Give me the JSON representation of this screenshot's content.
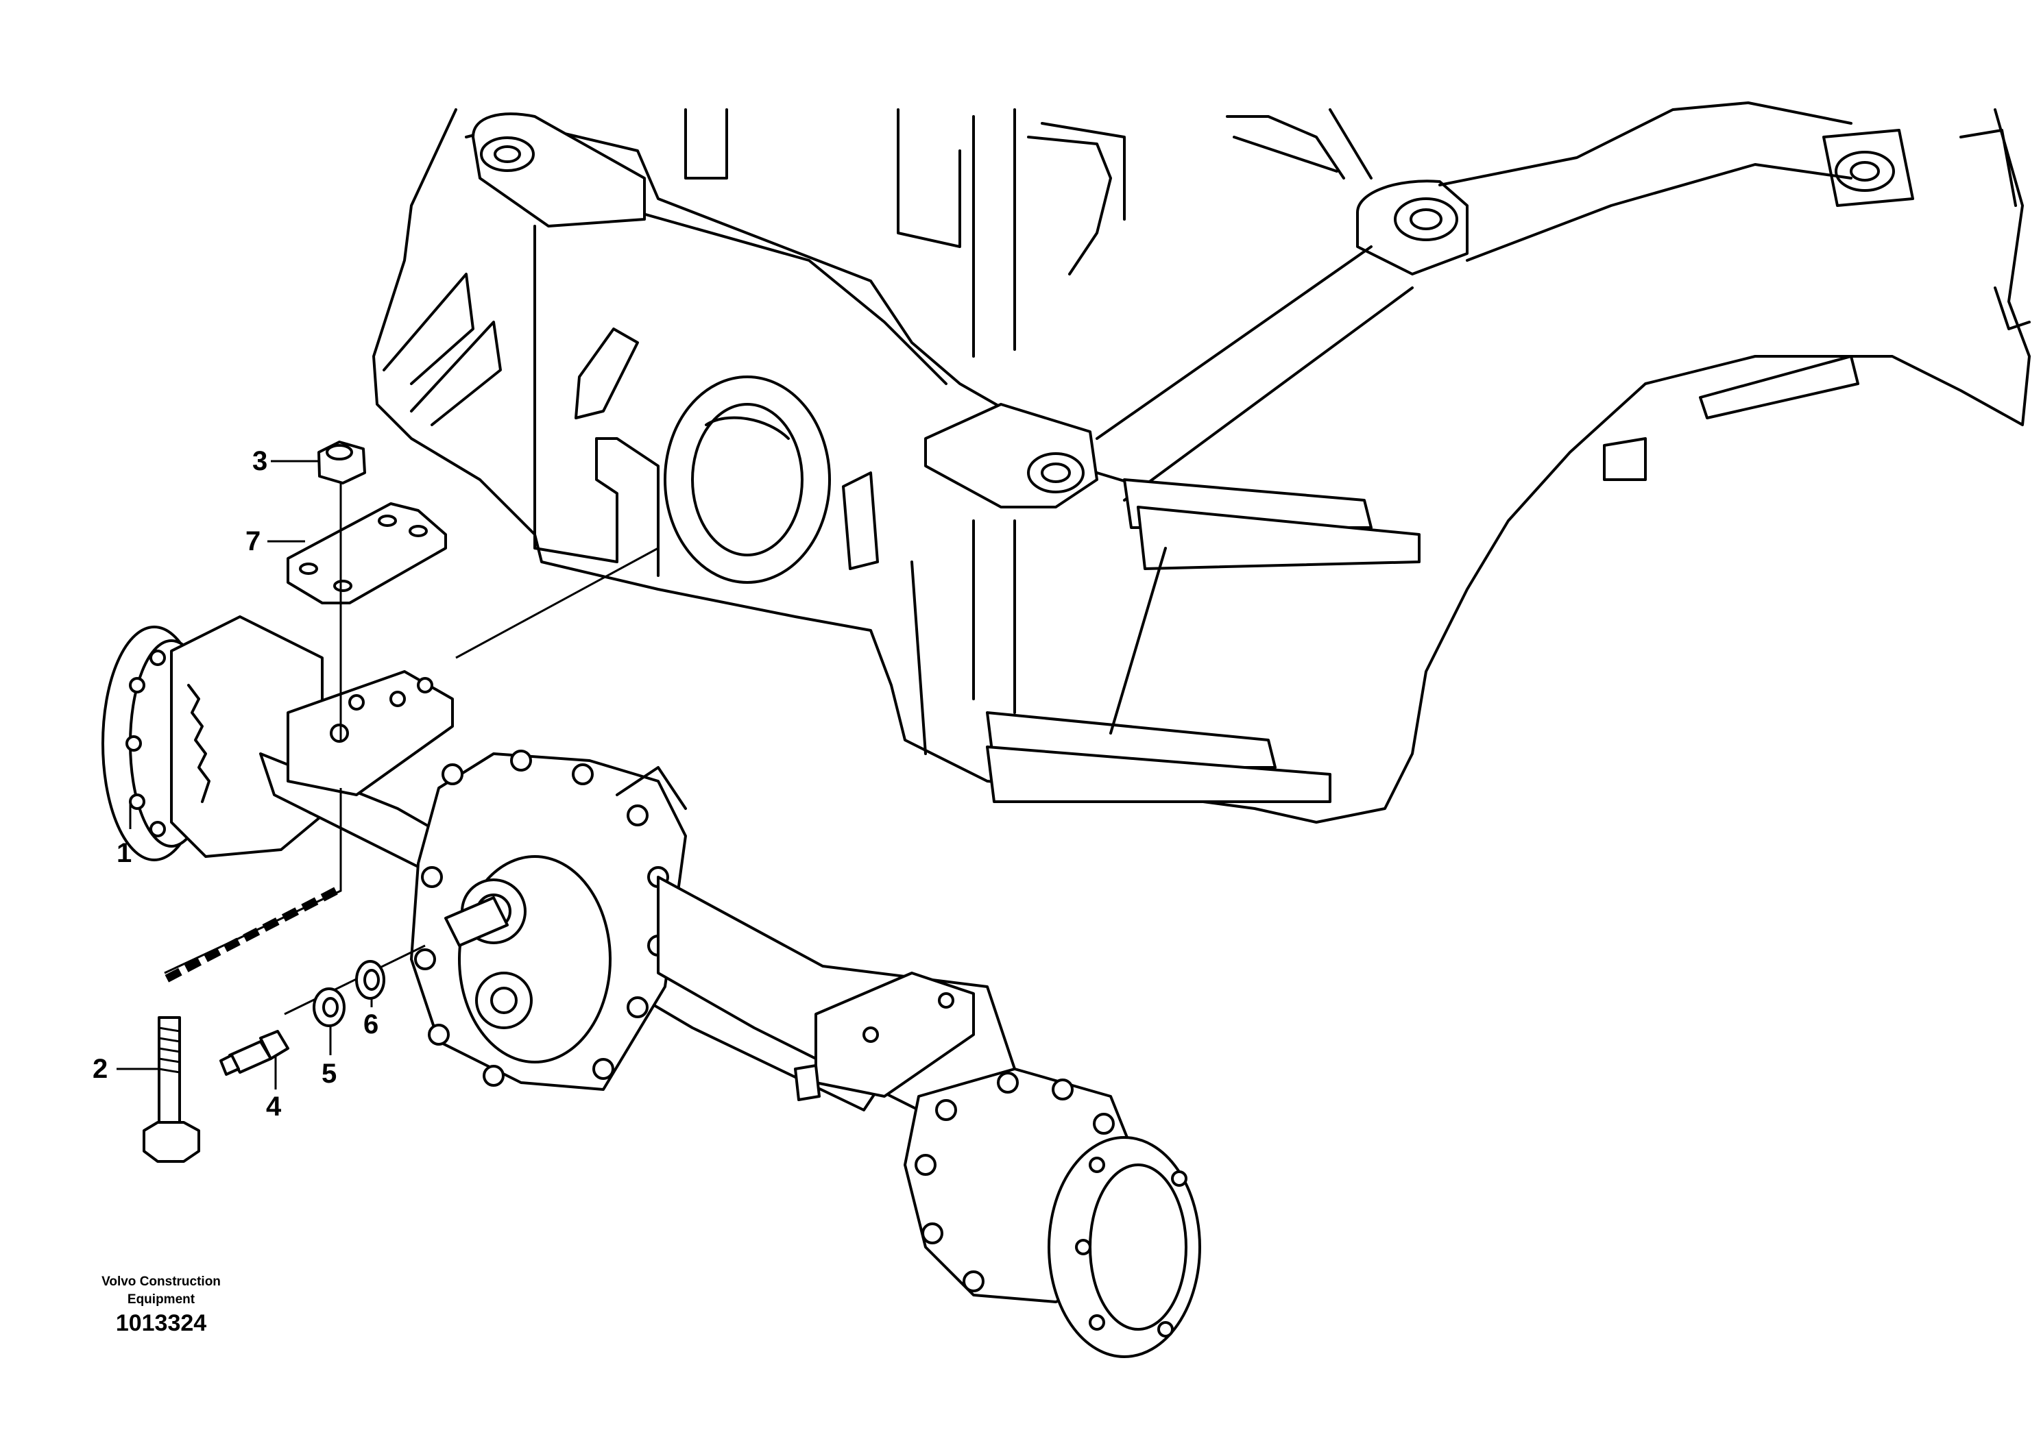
{
  "footer": {
    "brand_line1": "Volvo Construction",
    "brand_line2": "Equipment",
    "image_number": "1013324"
  },
  "callouts": [
    "1",
    "2",
    "3",
    "4",
    "5",
    "6",
    "7"
  ]
}
